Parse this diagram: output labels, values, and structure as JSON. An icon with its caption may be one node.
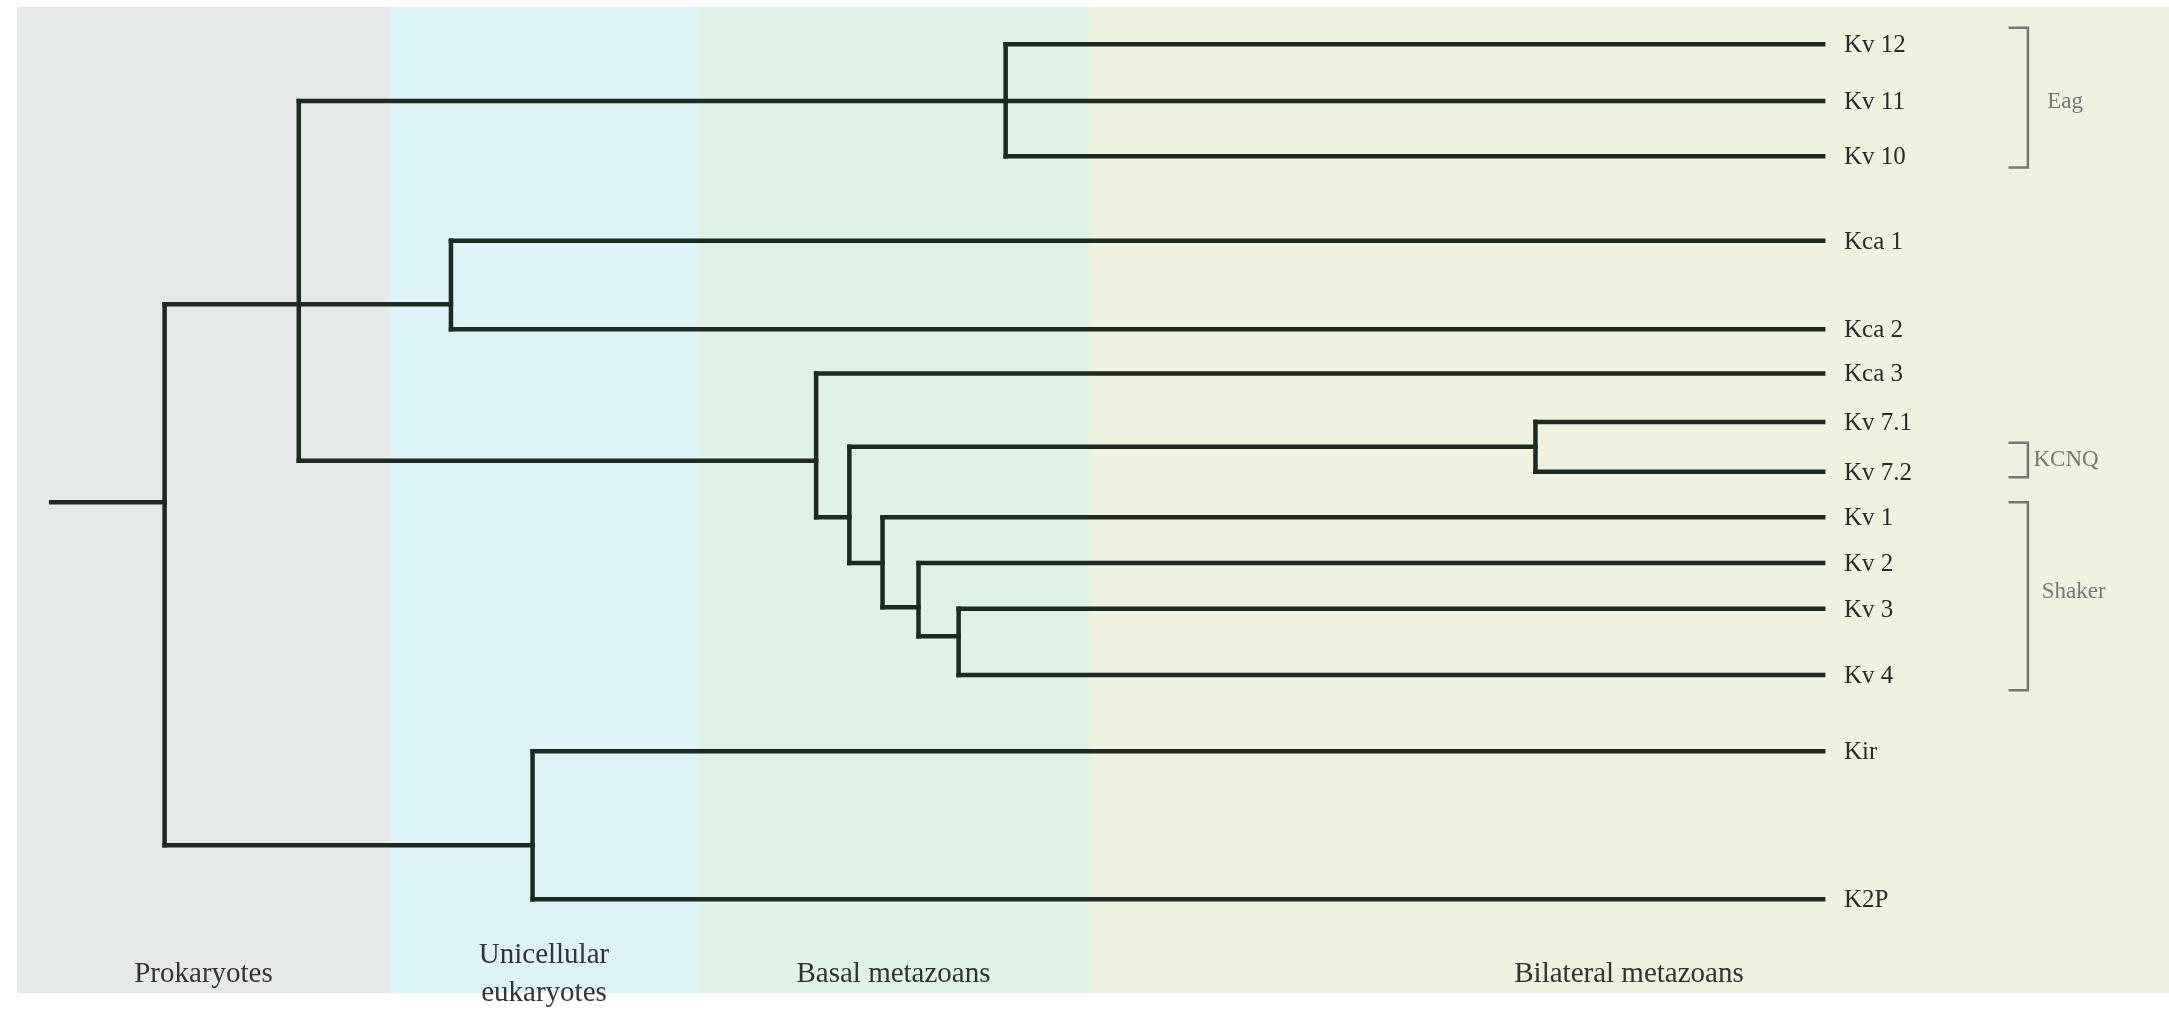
{
  "diagram": {
    "nodes": [
      {
        "text": [
          "Prokaryotes"
        ]
      },
      {
        "text": [
          "Unicellular eukaryotes"
        ]
      },
      {
        "text": [
          "Basal metazoans"
        ]
      },
      {
        "text": [
          "Bilateral metazoans"
        ]
      },
      {
        "text": [
          "Kv 12"
        ],
        "in": 3
      },
      {
        "text": [
          "Kv 11"
        ],
        "in": 3
      },
      {
        "text": [
          "Kv 10"
        ],
        "in": 3
      },
      {
        "text": [
          "Kca 1"
        ],
        "in": 3
      },
      {
        "text": [
          "Kca 2"
        ],
        "in": 3
      },
      {
        "text": [
          "Kca 3"
        ],
        "in": 3
      },
      {
        "text": [
          "Kv 7.1"
        ],
        "in": 3
      },
      {
        "text": [
          "Kv 7.2"
        ],
        "in": 3
      },
      {
        "text": [
          "Kv 1"
        ],
        "in": 3
      },
      {
        "text": [
          "Kv 2"
        ],
        "in": 3
      },
      {
        "text": [
          "Kv 3"
        ],
        "in": 3
      },
      {
        "text": [
          "Kv 4"
        ],
        "in": 3
      },
      {
        "text": [
          "Kir"
        ],
        "in": 3
      },
      {
        "text": [
          "K2P"
        ],
        "in": 3
      }
    ],
    "labels": [
      "Eag",
      "KCNQ",
      "Shaker"
    ]
  }
}
